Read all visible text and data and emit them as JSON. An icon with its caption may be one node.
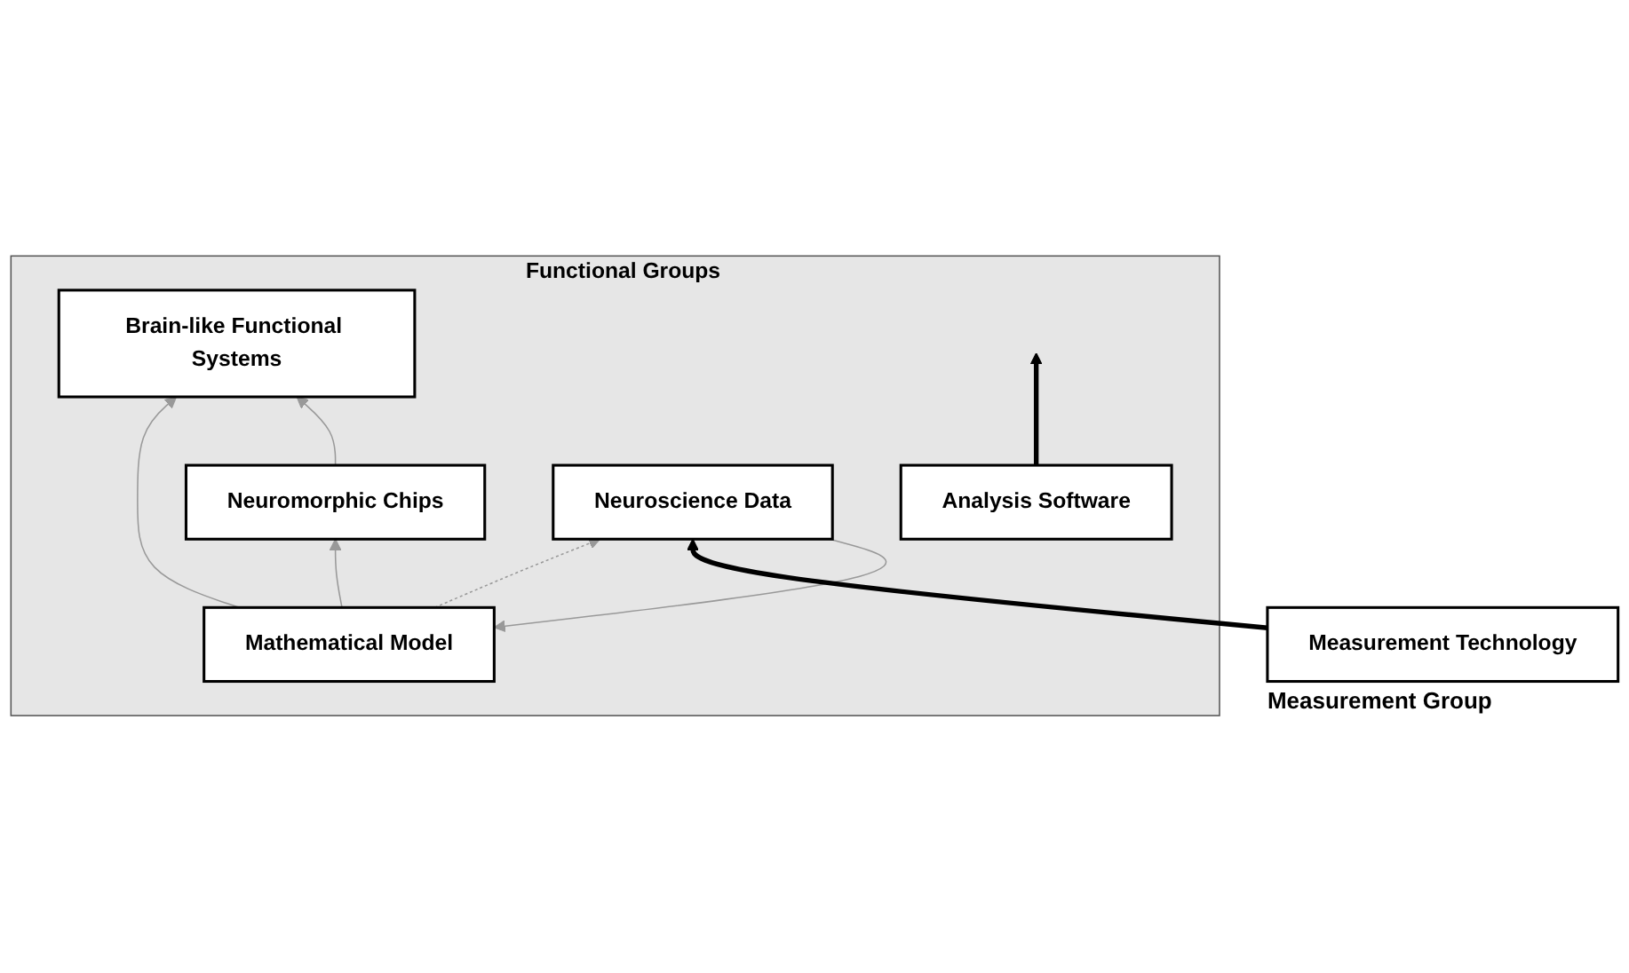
{
  "diagram": {
    "nodes": [
      {
        "text": [
          "Functional Groups"
        ]
      },
      {
        "text": [
          "Brain-like Functional Systems"
        ],
        "in": 0
      },
      {
        "text": [
          "Neuromorphic Chips"
        ],
        "in": 0
      },
      {
        "text": [
          "Mathematical Model"
        ],
        "in": 0
      },
      {
        "text": [
          "Analysis Software"
        ],
        "in": 0
      },
      {
        "text": [
          "Neuroscience Data"
        ],
        "in": 0
      },
      {
        "text": [
          "Measurement Technology"
        ],
        "beside": [
          "Measurement Group"
        ]
      }
    ],
    "edges": [
      {
        "from": 3,
        "to": 1,
        "arrow": "to"
      },
      {
        "from": 2,
        "to": 1,
        "arrow": "to"
      },
      {
        "from": 3,
        "to": 2,
        "arrow": "to"
      },
      {
        "from": 5,
        "to": 3,
        "arrow": "to"
      },
      {
        "from": 3,
        "to": 5,
        "arrow": "to",
        "style": "dashed"
      },
      {
        "from": 4,
        "to": null,
        "arrow": "to",
        "style": "thick",
        "color": "#000000"
      },
      {
        "from": 6,
        "to": 5,
        "arrow": "to",
        "style": "thick",
        "color": "#000000"
      }
    ]
  }
}
